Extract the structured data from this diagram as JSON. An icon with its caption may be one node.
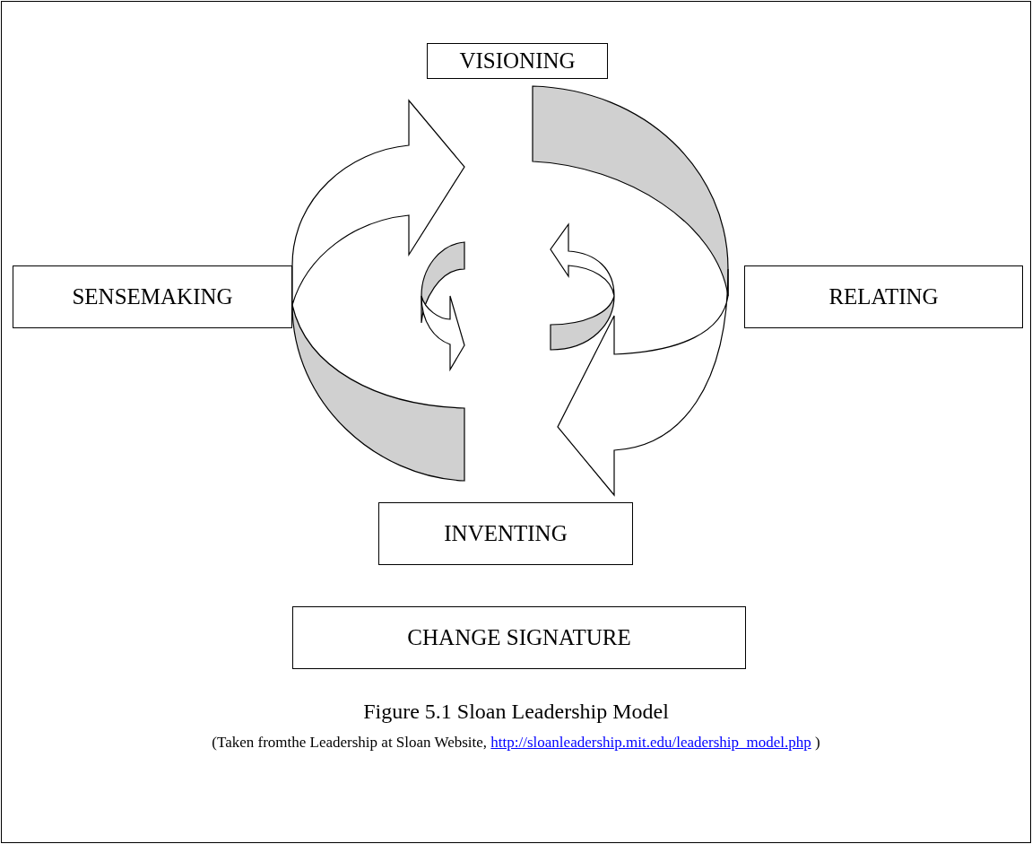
{
  "diagram": {
    "caption": "Figure 5.1 Sloan Leadership Model",
    "nodes": [
      {
        "text": [
          "VISIONING"
        ]
      },
      {
        "text": [
          "SENSEMAKING"
        ]
      },
      {
        "text": [
          "RELATING"
        ]
      },
      {
        "text": [
          "INVENTING"
        ]
      },
      {
        "text": [
          "CHANGE SIGNATURE"
        ]
      }
    ],
    "labels": [
      "(Taken fromthe Leadership at Sloan Website,",
      "http://sloanleadership.mit.edu/leadership_model.php",
      ")"
    ]
  }
}
